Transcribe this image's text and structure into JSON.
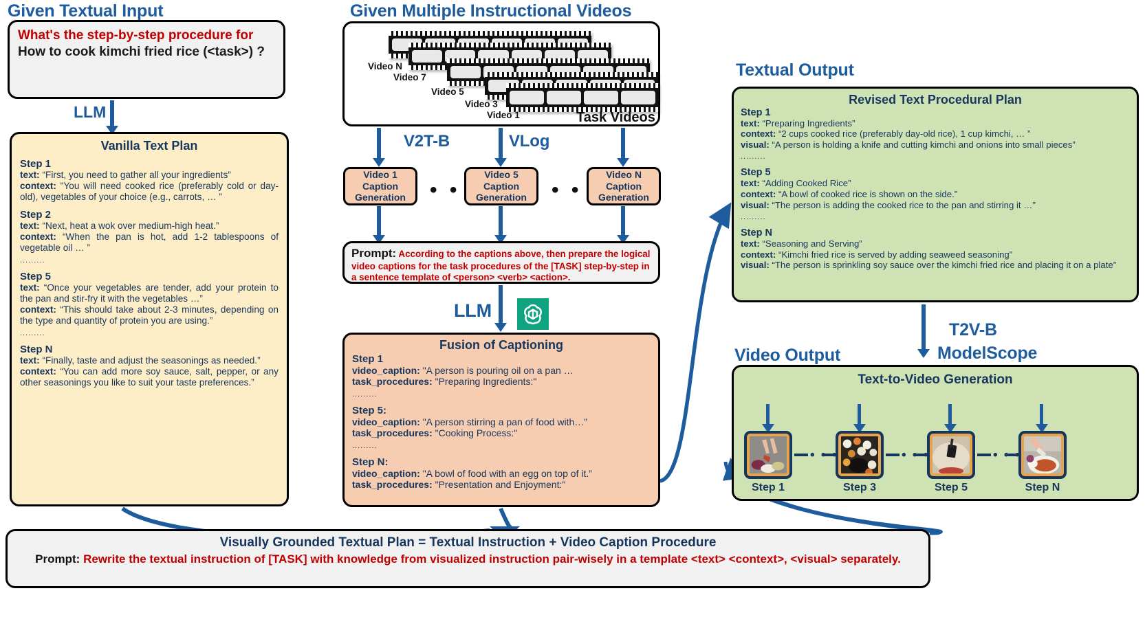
{
  "sections": {
    "textual_input": "Given Textual Input",
    "videos": "Given Multiple Instructional Videos",
    "textual_output": "Textual Output",
    "video_output": "Video Output"
  },
  "question": {
    "red_part": "What's the step-by-step procedure for",
    "black_part": " How to cook kimchi fried rice (<task>) ?"
  },
  "edge_labels": {
    "llm_left": "LLM",
    "v2t_b": "V2T-B",
    "vlog": "VLog",
    "llm_center": "LLM",
    "t2v_b": "T2V-B",
    "modelscope": "ModelScope"
  },
  "vanilla_plan": {
    "title": "Vanilla Text Plan",
    "steps": [
      {
        "head": "Step 1",
        "lines": [
          {
            "label": "text:",
            "value": "“First, you need to gather all your ingredients”"
          },
          {
            "label": "context:",
            "value": "\"You will need cooked rice (preferably cold or day-old), vegetables of your choice (e.g., carrots, … ”"
          }
        ],
        "ellipsis_after": false
      },
      {
        "head": "Step 2",
        "lines": [
          {
            "label": "text:",
            "value": "“Next, heat a wok over medium-high heat.”"
          },
          {
            "label": "context:",
            "value": "“When the pan is hot, add 1-2 tablespoons of vegetable oil … ”"
          }
        ],
        "ellipsis_after": true
      },
      {
        "head": "Step 5",
        "lines": [
          {
            "label": "text:",
            "value": "“Once your vegetables are tender, add your protein to the pan and stir-fry it with the vegetables …”"
          },
          {
            "label": "context:",
            "value": "“This should take about 2-3 minutes, depending on the type and quantity of protein you are using.”"
          }
        ],
        "ellipsis_after": true
      },
      {
        "head": "Step N",
        "lines": [
          {
            "label": "text:",
            "value": "“Finally, taste and adjust the seasonings as needed.”"
          },
          {
            "label": "context:",
            "value": "“You can add more soy sauce, salt, pepper, or any other seasonings you like to suit your taste preferences.”"
          }
        ],
        "ellipsis_after": false
      }
    ]
  },
  "task_videos": {
    "caption": "Task Videos",
    "labels": [
      "Video N",
      "Video 7",
      "Video 5",
      "Video 3",
      "Video 1"
    ]
  },
  "caption_generation": {
    "boxes": [
      "Video 1\nCaption\nGeneration",
      "Video 5\nCaption\nGeneration",
      "Video N\nCaption\nGeneration"
    ],
    "ellipsis": "• • •"
  },
  "prompt_box": {
    "label": "Prompt:",
    "text": "According to the captions above, then prepare the logical video captions for the task procedures of the [TASK] step-by-step in a sentence template of <person> <verb> <action>."
  },
  "fusion": {
    "title": "Fusion of Captioning",
    "steps": [
      {
        "head": "Step 1",
        "lines": [
          {
            "label": "video_caption:",
            "value": "\"A person is pouring oil on a pan …"
          },
          {
            "label": "task_procedures:",
            "value": "\"Preparing Ingredients:\""
          }
        ],
        "ellipsis_after": true
      },
      {
        "head": "Step 5:",
        "lines": [
          {
            "label": "video_caption:",
            "value": "\"A person stirring a pan of food with…”"
          },
          {
            "label": "task_procedures:",
            "value": "\"Cooking Process:\""
          }
        ],
        "ellipsis_after": true
      },
      {
        "head": "Step N:",
        "lines": [
          {
            "label": "video_caption:",
            "value": "\"A bowl of food with an egg on top of it.”"
          },
          {
            "label": "task_procedures:",
            "value": "\"Presentation and Enjoyment:\""
          }
        ],
        "ellipsis_after": false
      }
    ]
  },
  "revised_plan": {
    "title": "Revised Text Procedural Plan",
    "steps": [
      {
        "head": "Step 1",
        "lines": [
          {
            "label": "text:",
            "value": "“Preparing Ingredients”"
          },
          {
            "label": "context:",
            "value": "“2 cups cooked rice (preferably day-old rice), 1 cup kimchi, … ”"
          },
          {
            "label": "visual:",
            "value": "“A person is holding a knife and cutting kimchi and onions into small pieces”"
          }
        ],
        "ellipsis_after": true
      },
      {
        "head": "Step 5",
        "lines": [
          {
            "label": "text:",
            "value": "“Adding Cooked Rice”"
          },
          {
            "label": "context:",
            "value": "“A bowl of cooked rice is shown on the side.”"
          },
          {
            "label": "visual:",
            "value": "“The person is adding the cooked rice to the pan and stirring it …”"
          }
        ],
        "ellipsis_after": true
      },
      {
        "head": "Step N",
        "lines": [
          {
            "label": "text:",
            "value": "“Seasoning and Serving”"
          },
          {
            "label": "context:",
            "value": "“Kimchi fried rice is served by adding seaweed seasoning”"
          },
          {
            "label": "visual:",
            "value": "“The person is sprinkling soy sauce over the kimchi fried rice and placing it on a plate”"
          }
        ],
        "ellipsis_after": false
      }
    ]
  },
  "t2v": {
    "title": "Text-to-Video Generation",
    "steps": [
      "Step 1",
      "Step 3",
      "Step 5",
      "Step N"
    ],
    "connector_dots": "• • •"
  },
  "bottom": {
    "title": "Visually Grounded Textual Plan = Textual Instruction + Video Caption Procedure",
    "prompt_label": "Prompt:",
    "prompt_text": "Rewrite the textual instruction of [TASK] with knowledge from visualized instruction pair-wisely in a template <text> <context>, <visual> separately."
  },
  "colors": {
    "accent_blue": "#1f5c9e",
    "dark_navy": "#17365d",
    "red": "#c00000",
    "yellow_box": "#fdeec8",
    "orange_box": "#f6cdb0",
    "green_box": "#cfe2b4",
    "grey_box": "#f1f1f1",
    "openai_green": "#10a37f",
    "thumb_border": "#e8a44c"
  }
}
